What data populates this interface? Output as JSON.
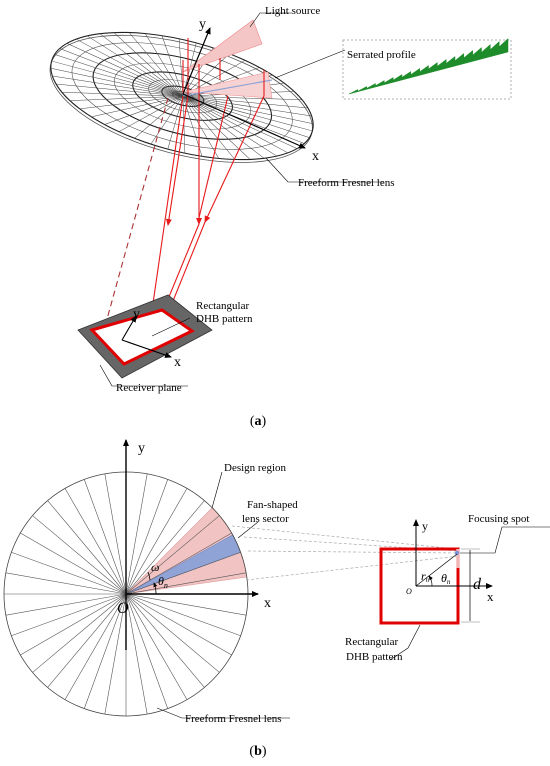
{
  "panel_a": {
    "label_light_source": "Light source",
    "label_serrated": "Serrated profile",
    "label_lens": "Freeform Fresnel lens",
    "label_pattern_line1": "Rectangular",
    "label_pattern_line2": "DHB pattern",
    "label_receiver": "Receiver plane",
    "axis_x_lens": "x",
    "axis_y_lens": "y",
    "axis_x_rec": "x",
    "axis_y_rec": "y",
    "caption_open": "(",
    "caption_letter": "a",
    "caption_close": ")"
  },
  "panel_b": {
    "label_design_region": "Design region",
    "label_fan_line1": "Fan-shaped",
    "label_fan_line2": "lens sector",
    "label_focus": "Focusing spot",
    "label_pattern_line1": "Rectangular",
    "label_pattern_line2": "DHB pattern",
    "label_lens": "Freeform Fresnel lens",
    "axis_x": "x",
    "axis_y": "y",
    "origin": "O",
    "omega": "ω",
    "theta": "θ",
    "theta_sub": "n",
    "sq_axis_x": "x",
    "sq_axis_y": "y",
    "sq_origin": "O",
    "r_sym": "r",
    "r_sub": "n",
    "sq_theta": "θ",
    "sq_theta_sub": "n",
    "d_sym": "d",
    "caption_open": "(",
    "caption_letter": "b",
    "caption_close": ")"
  },
  "colors": {
    "ray": "#e8191b",
    "pattern": "#e00000",
    "sector_blue": "#8fa3d6",
    "region_pink": "#f2c3c3",
    "serrated": "#1e8c2a",
    "plane": "#666666"
  }
}
